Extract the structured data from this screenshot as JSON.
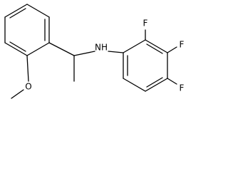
{
  "molecule": {
    "atoms": {
      "amine": "NH",
      "fluorine_2": "F",
      "fluorine_3": "F",
      "fluorine_4": "F",
      "methoxy_oxygen": "O"
    }
  },
  "colors": {
    "bond": "#000000",
    "label": "#000000",
    "background": "#ffffff"
  }
}
